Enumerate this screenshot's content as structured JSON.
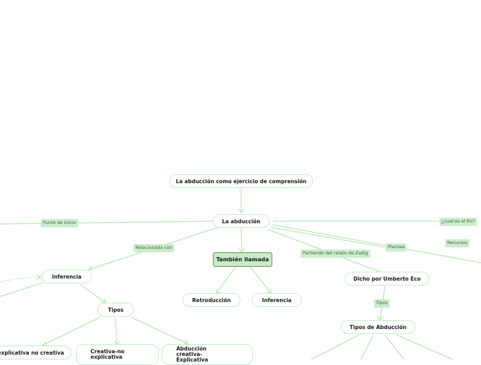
{
  "root": {
    "title": "La abducción como ejercicio de comprensión"
  },
  "center": {
    "title": "La abducción"
  },
  "main_topic": {
    "title": "También llamada"
  },
  "nodes": {
    "retroduccion": "Retroducción",
    "inferencia_center": "Inferencia",
    "inferencia_left": "Inferencia",
    "tipos_left": "Tipos",
    "explicativa_no_creativa": "explicativa no creativa",
    "creativa_no_explicativa": "Creativa-no explicativa",
    "abduccion_creativa_explicativa": "Abducción creativa-Explicativa",
    "dicho_por_umberto_eco": "Dicho por Umberto Eco",
    "tipos_de_abduccion": "Tipos de Abducción"
  },
  "labels": {
    "punto_de_inicio": "Punto de inicio",
    "relacionada_con": "Relacionada con",
    "partiendo_del_relato": "Partiendo del relato de Zadig",
    "plantea": "Plantea",
    "cual_es_el_fin": "¿cual es el fin?",
    "recursos": "Recursos",
    "tipos_right": "Tipos"
  },
  "colors": {
    "connector": "#b9e6b9",
    "node_border": "#c8ecc8",
    "main_fill": "#c7ebc7",
    "main_border": "#6a8f6a",
    "label_fill": "#cdeccd",
    "label_text": "#3d5f3d"
  }
}
